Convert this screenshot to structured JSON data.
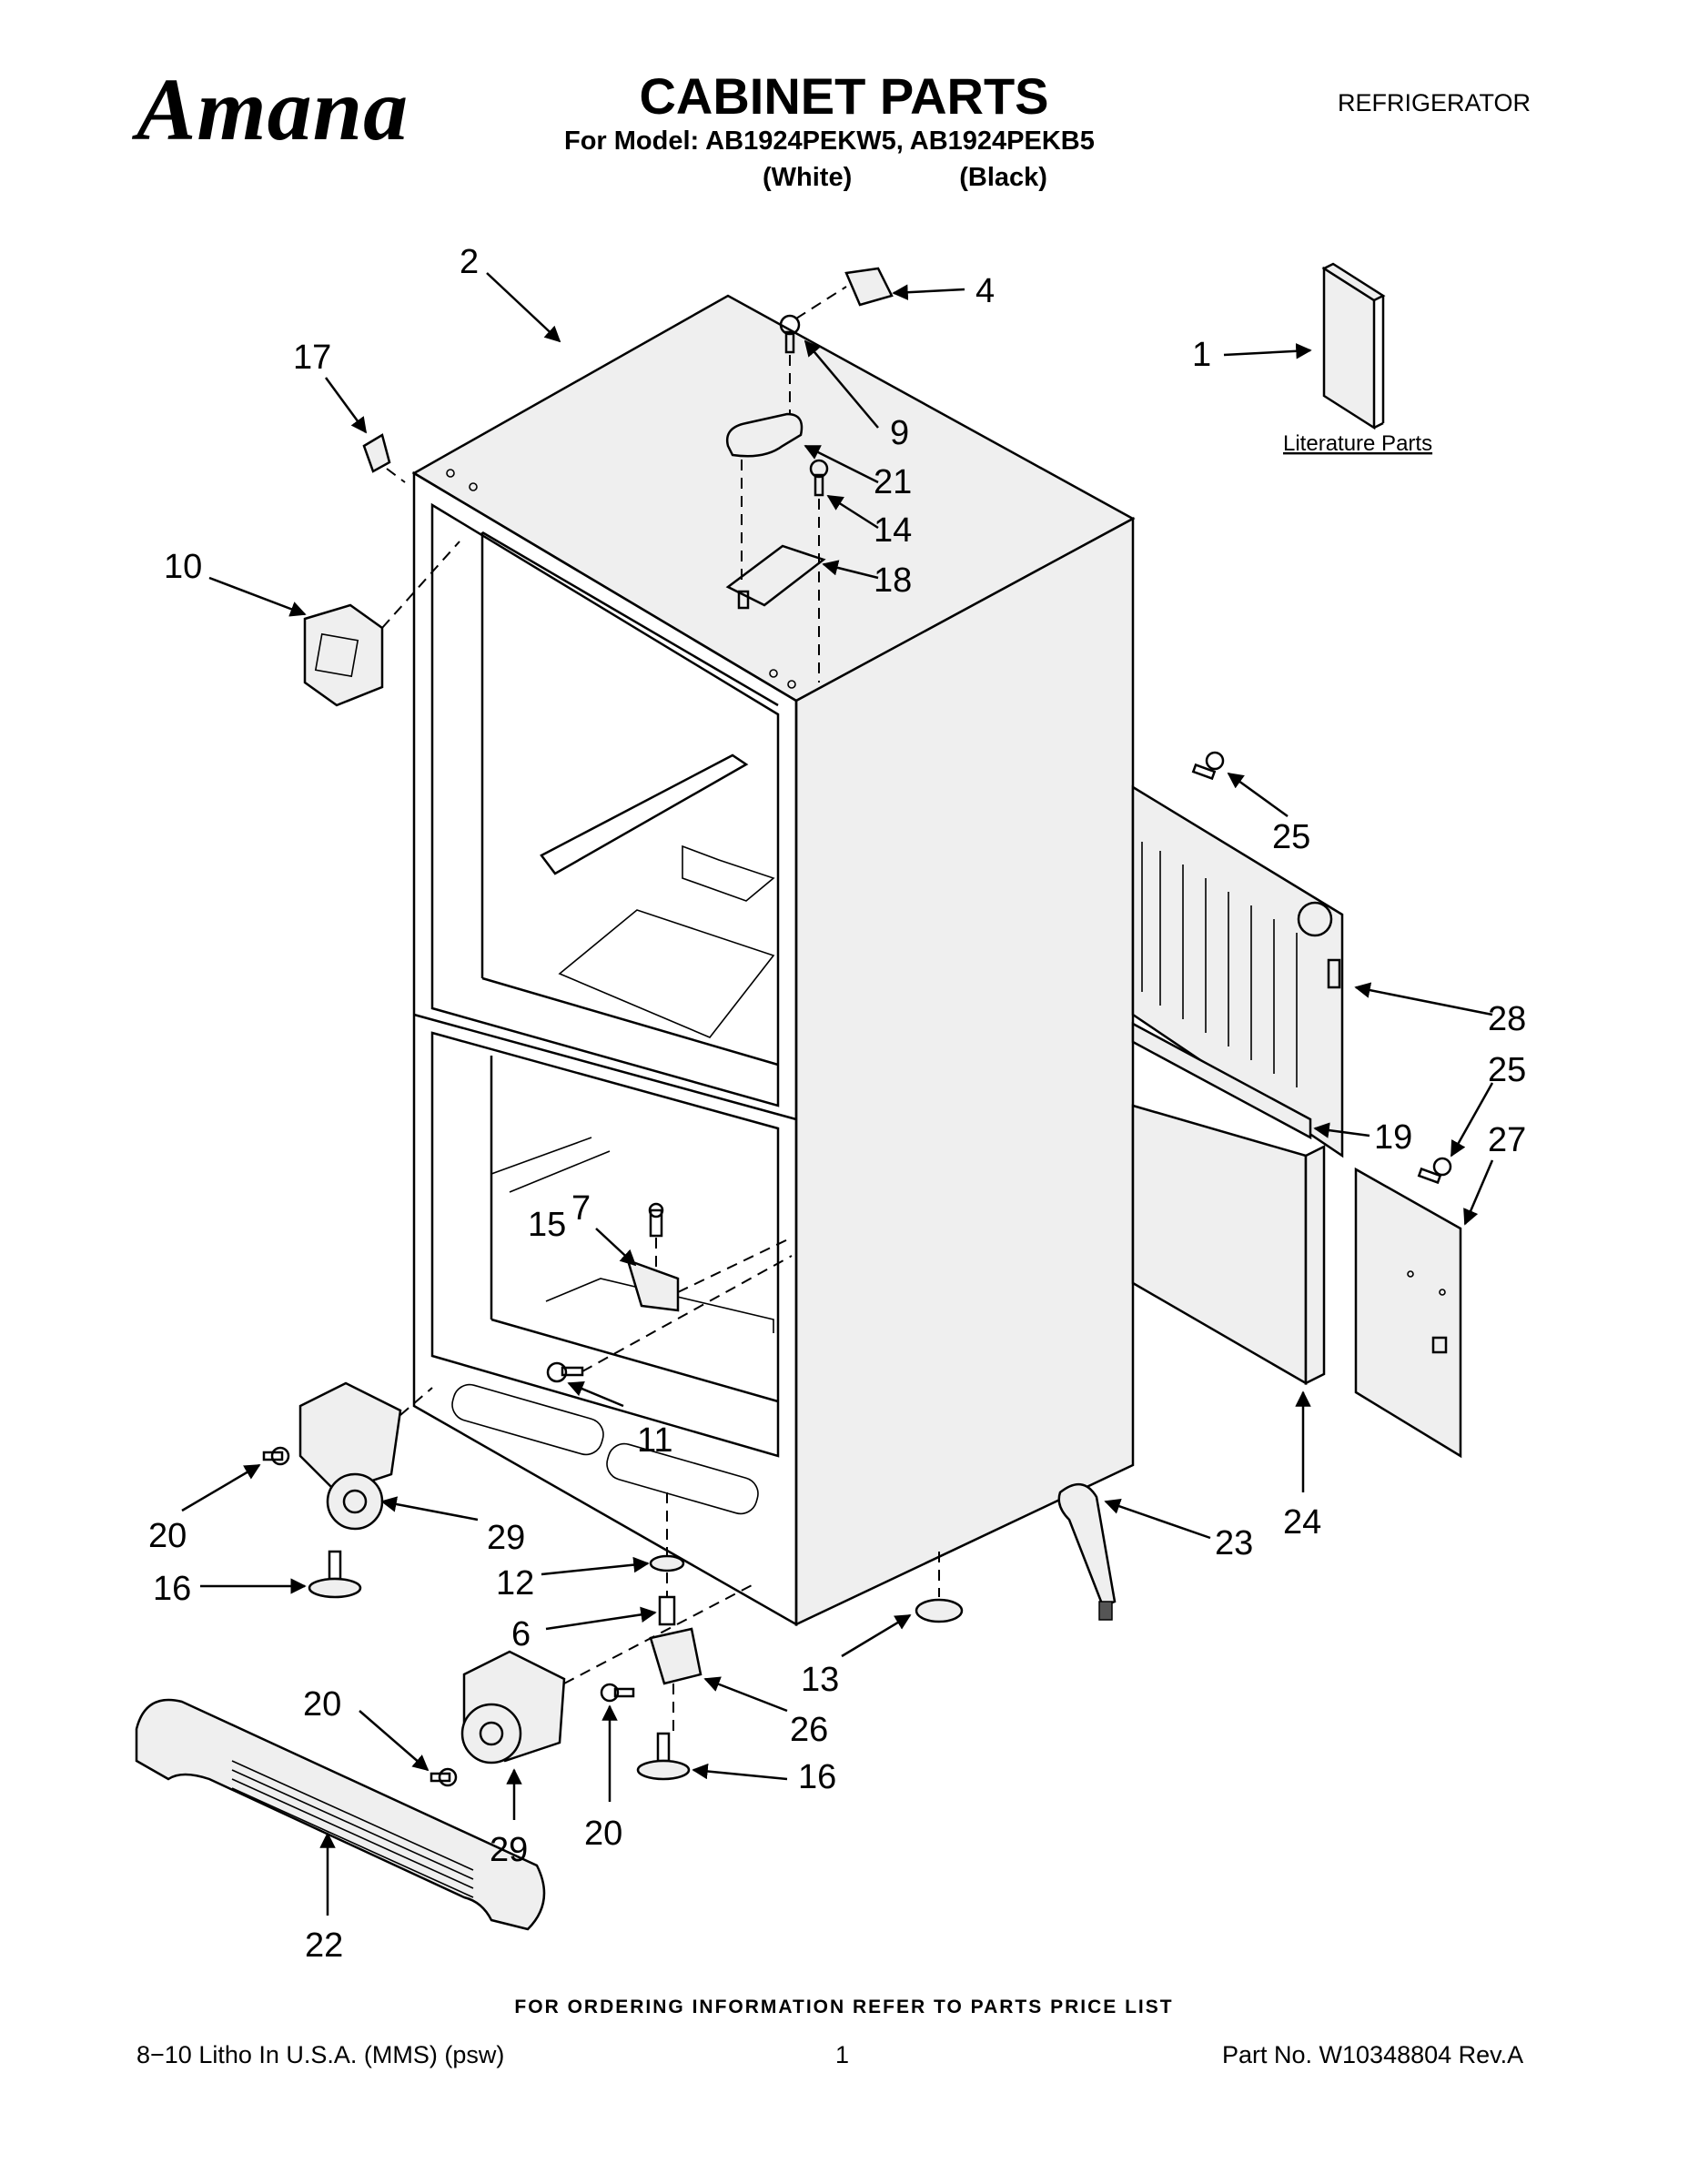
{
  "header": {
    "brand": "Amana",
    "title": "CABINET PARTS",
    "category": "REFRIGERATOR",
    "models_line": "For Model: AB1924PEKW5, AB1924PEKB5",
    "color_1": "(White)",
    "color_2": "(Black)"
  },
  "literature_label": "Literature Parts",
  "callouts": {
    "c1": "1",
    "c2": "2",
    "c4": "4",
    "c6": "6",
    "c7": "7",
    "c9": "9",
    "c10": "10",
    "c11": "11",
    "c12": "12",
    "c13": "13",
    "c14": "14",
    "c15": "15",
    "c16a": "16",
    "c16b": "16",
    "c17": "17",
    "c18": "18",
    "c19": "19",
    "c20a": "20",
    "c20b": "20",
    "c20c": "20",
    "c21": "21",
    "c22": "22",
    "c23": "23",
    "c24": "24",
    "c25a": "25",
    "c25b": "25",
    "c26": "26",
    "c27": "27",
    "c28": "28",
    "c29a": "29",
    "c29b": "29"
  },
  "footer": {
    "ordering_note": "FOR ORDERING INFORMATION REFER TO PARTS PRICE LIST",
    "litho": "8−10 Litho In U.S.A. (MMS) (psw)",
    "page": "1",
    "part_no": "Part No. W10348804 Rev.A"
  }
}
